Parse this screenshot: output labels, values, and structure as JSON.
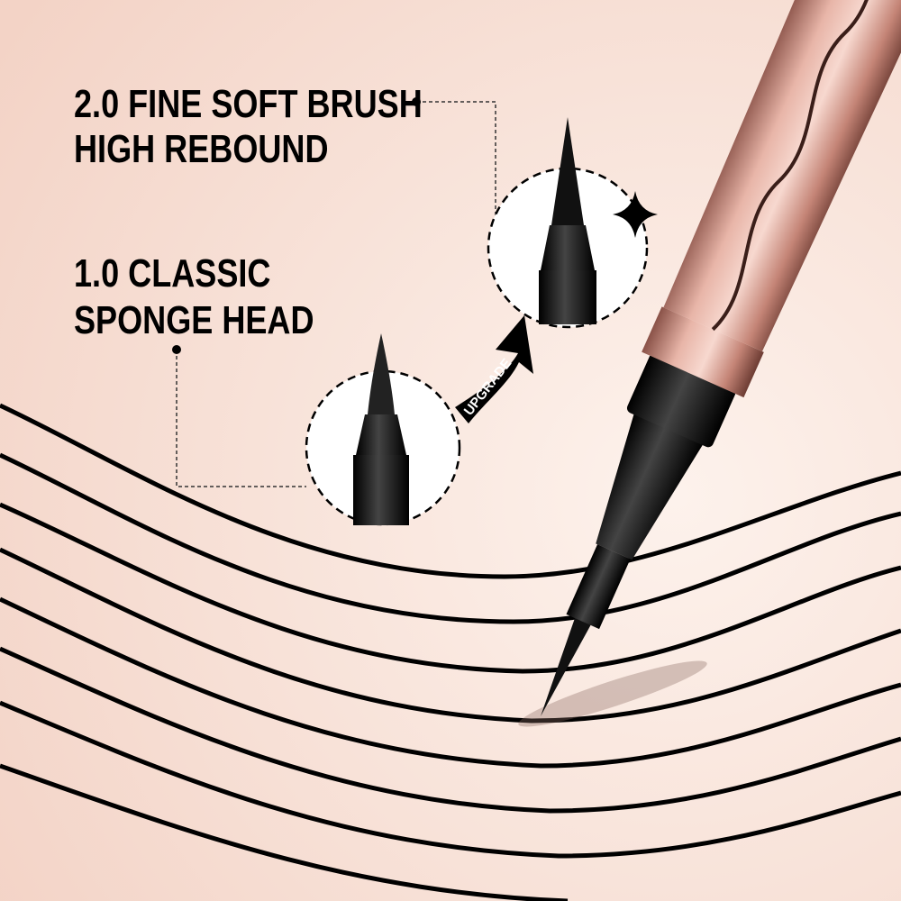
{
  "features": {
    "new": {
      "line1": "2.0 FINE SOFT BRUSH",
      "line2": "HIGH REBOUND"
    },
    "old": {
      "line1": "1.0 CLASSIC",
      "line2": "SPONGE HEAD"
    },
    "arrow_label": "UPGRADE"
  },
  "colors": {
    "background": "#f7e1d8",
    "pen_body": "#d9a296",
    "tip": "#111111",
    "text": "#000000"
  },
  "icons": [
    "sparkle-icon",
    "upgrade-arrow-icon"
  ]
}
